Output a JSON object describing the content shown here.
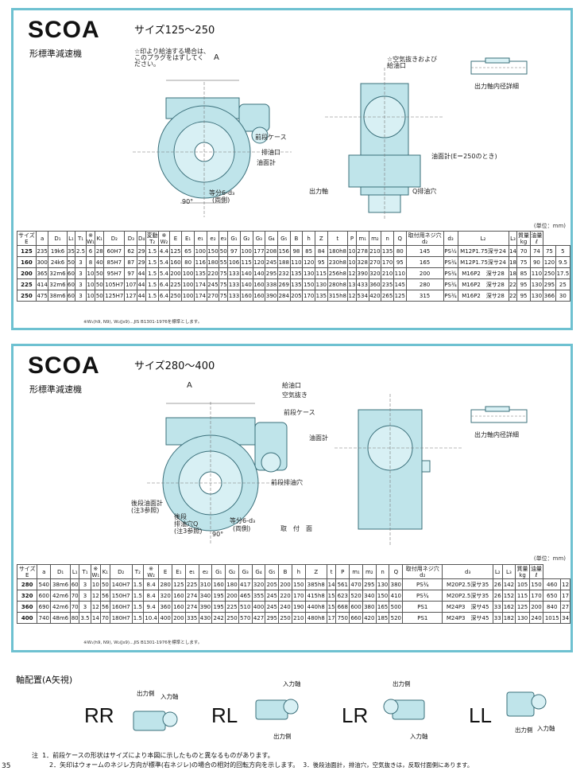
{
  "panel1": {
    "title": "SCOA",
    "subtitle": "形標準減速機",
    "size_range": "サイズ125～250",
    "notes": {
      "plug_note": "☆印より給油する場合は、\nこのプラグをはずしてく\nださい。",
      "air_vent_note": "☆空気抜きおよび\n給油口",
      "view_A": "A",
      "front_case": "前段ケース",
      "drain": "排油口",
      "oil_gauge": "油面計",
      "oil_gauge_e250": "油面計(E＝250のとき)",
      "output_shaft": "出力軸",
      "q_drain_hole": "Q排油穴",
      "equal_6d3": "等分6-d₃",
      "both_sides": "(両側)",
      "angle": "90°",
      "output_shaft_detail": "出力軸内径詳細"
    },
    "unit": "(単位：mm)",
    "table": {
      "headers": [
        "サイズ\nE",
        "a",
        "D₁",
        "L₁",
        "T₁",
        "※\nW₁",
        "K₁",
        "D₂",
        "D₃",
        "D₄",
        "変動\nT₂",
        "※\nW₂",
        "E",
        "E₁",
        "e₁",
        "e₂",
        "e₃",
        "G₁",
        "G₂",
        "G₃",
        "G₄",
        "G₅",
        "B",
        "h",
        "Z",
        "t",
        "P",
        "m₁",
        "m₂",
        "n",
        "Q",
        "取付用ネジ穴\nd₂",
        "d₃",
        "L₂",
        "L₃",
        "質量\nkg",
        "油量\nℓ"
      ],
      "rows": [
        [
          "125",
          "235",
          "19k6",
          "35",
          "2.5",
          "6",
          "28",
          "60H7",
          "62",
          "29",
          "1.5",
          "4.4",
          "125",
          "65",
          "100",
          "150",
          "50",
          "97",
          "100",
          "177",
          "208",
          "156",
          "98",
          "85",
          "84",
          "180h8",
          "10",
          "278",
          "210",
          "135",
          "80",
          "145",
          "PS½",
          "M12P1.75深サ24",
          "14",
          "70",
          "74",
          "75",
          "5"
        ],
        [
          "160",
          "300",
          "24k6",
          "50",
          "3",
          "8",
          "40",
          "85H7",
          "87",
          "29",
          "1.5",
          "5.4",
          "160",
          "80",
          "116",
          "180",
          "55",
          "106",
          "115",
          "120",
          "245",
          "188",
          "110",
          "120",
          "95",
          "230h8",
          "10",
          "328",
          "270",
          "170",
          "95",
          "165",
          "PS¾",
          "M12P1.75深サ24",
          "18",
          "75",
          "90",
          "120",
          "9.5"
        ],
        [
          "200",
          "365",
          "32m6",
          "60",
          "3",
          "10",
          "50",
          "95H7",
          "97",
          "44",
          "1.5",
          "5.4",
          "200",
          "100",
          "135",
          "220",
          "75",
          "133",
          "140",
          "140",
          "295",
          "232",
          "135",
          "130",
          "115",
          "256h8",
          "12",
          "390",
          "320",
          "210",
          "110",
          "200",
          "PS¾",
          "M16P2　深サ28",
          "18",
          "85",
          "110",
          "250",
          "17.5"
        ],
        [
          "225",
          "414",
          "32m6",
          "60",
          "3",
          "10",
          "50",
          "105H7",
          "107",
          "44",
          "1.5",
          "6.4",
          "225",
          "100",
          "174",
          "245",
          "75",
          "133",
          "140",
          "160",
          "338",
          "269",
          "135",
          "150",
          "130",
          "280h8",
          "13",
          "433",
          "360",
          "235",
          "145",
          "280",
          "PS¾",
          "M16P2　深サ28",
          "22",
          "95",
          "130",
          "295",
          "25"
        ],
        [
          "250",
          "475",
          "38m6",
          "60",
          "3",
          "10",
          "50",
          "125H7",
          "127",
          "44",
          "1.5",
          "6.4",
          "250",
          "100",
          "174",
          "270",
          "75",
          "133",
          "160",
          "160",
          "390",
          "284",
          "205",
          "170",
          "135",
          "315h8",
          "12",
          "534",
          "420",
          "265",
          "125",
          "315",
          "PS¾",
          "M16P2　深サ28",
          "22",
          "95",
          "130",
          "366",
          "30"
        ]
      ]
    },
    "footnote": "※W₁(h9, N9), W₂(Js9)…JIS B1301-1976を標準とします。"
  },
  "panel2": {
    "title": "SCOA",
    "subtitle": "形標準減速機",
    "size_range": "サイズ280～400",
    "notes": {
      "view_A": "A",
      "oil_inlet": "給油口",
      "air_vent": "空気抜き",
      "front_case": "前段ケース",
      "oil_gauge": "油面計",
      "front_drain_hole": "前段排油穴",
      "rear_oil_gauge": "後段油面計\n(注3参照)",
      "rear_drain_hole": "後段\n排油穴Q\n(注3参照)",
      "equal_6d3": "等分6-d₃",
      "both_sides": "(両側)",
      "angle": "90°",
      "mounting_face": "取　付　面",
      "output_shaft_detail": "出力軸内径詳細"
    },
    "unit": "(単位：mm)",
    "table": {
      "headers": [
        "サイズ\nE",
        "a",
        "D₁",
        "L₁",
        "T₁",
        "※\nW₁",
        "K₁",
        "D₂",
        "T₂",
        "※\nW₂",
        "E",
        "E₁",
        "e₁",
        "e₂",
        "G₁",
        "G₂",
        "G₃",
        "G₄",
        "G₅",
        "B",
        "h",
        "Z",
        "t",
        "P",
        "m₁",
        "m₂",
        "n",
        "Q",
        "取付用ネジ穴\nd₂",
        "d₃",
        "L₂",
        "L₃",
        "質量\nkg",
        "油量\nℓ"
      ],
      "rows": [
        [
          "280",
          "540",
          "38m6",
          "60",
          "3",
          "10",
          "50",
          "140H7",
          "1.5",
          "8.4",
          "280",
          "125",
          "225",
          "310",
          "160",
          "180",
          "417",
          "320",
          "205",
          "200",
          "150",
          "385h8",
          "14",
          "561",
          "470",
          "295",
          "130",
          "380",
          "PS¾",
          "M20P2.5深サ35",
          "26",
          "142",
          "105",
          "150",
          "460",
          "12"
        ],
        [
          "320",
          "600",
          "42m6",
          "70",
          "3",
          "12",
          "56",
          "150H7",
          "1.5",
          "8.4",
          "320",
          "160",
          "274",
          "340",
          "195",
          "200",
          "465",
          "355",
          "245",
          "220",
          "170",
          "415h8",
          "15",
          "623",
          "520",
          "340",
          "150",
          "410",
          "PS¾",
          "M20P2.5深サ35",
          "26",
          "152",
          "115",
          "170",
          "650",
          "17"
        ],
        [
          "360",
          "690",
          "42m6",
          "70",
          "3",
          "12",
          "56",
          "160H7",
          "1.5",
          "9.4",
          "360",
          "160",
          "274",
          "390",
          "195",
          "225",
          "510",
          "400",
          "245",
          "240",
          "190",
          "440h8",
          "15",
          "668",
          "600",
          "380",
          "165",
          "500",
          "PS1",
          "M24P3　深サ45",
          "33",
          "162",
          "125",
          "200",
          "840",
          "27"
        ],
        [
          "400",
          "740",
          "48m6",
          "80",
          "3.5",
          "14",
          "70",
          "180H7",
          "1.5",
          "10.4",
          "400",
          "200",
          "335",
          "430",
          "242",
          "250",
          "570",
          "427",
          "295",
          "250",
          "210",
          "480h8",
          "17",
          "750",
          "660",
          "420",
          "185",
          "520",
          "PS1",
          "M24P3　深サ45",
          "33",
          "182",
          "130",
          "240",
          "1015",
          "34"
        ]
      ]
    },
    "footnote": "※W₁(h9, N9), W₂(Js9)…JIS B1301-1976を標準とします。"
  },
  "arrangement": {
    "title": "軸配置(A矢視)",
    "items": [
      {
        "code": "RR",
        "out_label": "出力側",
        "in_label": "入力軸"
      },
      {
        "code": "RL",
        "in_label": "入力軸",
        "out_label": "出力側"
      },
      {
        "code": "LR",
        "out_label": "出力側",
        "in_label": "入力軸"
      },
      {
        "code": "LL",
        "out_label": "出力側",
        "in_label": "入力軸"
      }
    ]
  },
  "notes": {
    "label": "注",
    "n1": "1．前段ケースの形状はサイズにより本図に示したものと異なるものがあります。",
    "n2": "2．矢印はウォームのネジレ方向が標準(右ネジレ)の場合の相対的回転方向を示します。",
    "n3": "3．後段油面計，排油穴，空気抜きは，反取付面側にあります。"
  },
  "page_number": "35",
  "colors": {
    "border": "#6ec1d1",
    "drawing_fill": "#bfe4ea",
    "drawing_stroke": "#3a6f7a"
  }
}
